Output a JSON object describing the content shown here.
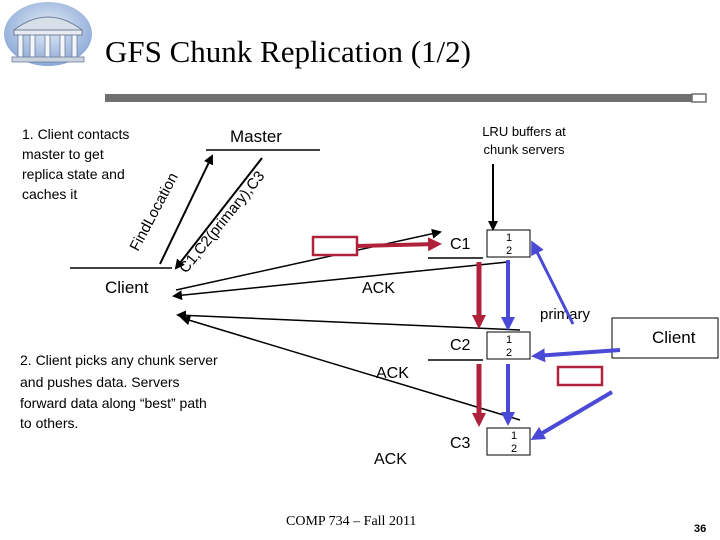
{
  "slide": {
    "title": "GFS Chunk Replication (1/2)",
    "logo": "unc-old-well-logo",
    "footer": "COMP 734 – Fall 2011",
    "page_number": "36",
    "colors": {
      "title_rule": "#6f6f6f",
      "replication_arrow": "#b0213c",
      "pointer_arrow": "#4a4ad6",
      "buffer_border": "#b0213c"
    }
  },
  "diagram": {
    "step1_text": [
      "1. Client contacts",
      "master to get",
      "replica state and",
      "caches it"
    ],
    "step2_text": [
      "2. Client picks any chunk server",
      "and pushes data.  Servers",
      "forward data along “best” path",
      "to others."
    ],
    "master_label": "Master",
    "client_label": "Client",
    "client2_label": "Client",
    "arrow_label_request": "FindLocation",
    "arrow_label_reply": "C1,C2(primary),C3",
    "lru_label": [
      "LRU buffers at",
      "chunk servers"
    ],
    "primary_label": "primary",
    "servers": [
      {
        "name": "C1",
        "slots": [
          "1",
          "2"
        ]
      },
      {
        "name": "C2",
        "slots": [
          "1",
          "2"
        ]
      },
      {
        "name": "C3",
        "slots": [
          "1",
          "2"
        ]
      }
    ],
    "ack_labels": [
      "ACK",
      "ACK",
      "ACK"
    ]
  }
}
